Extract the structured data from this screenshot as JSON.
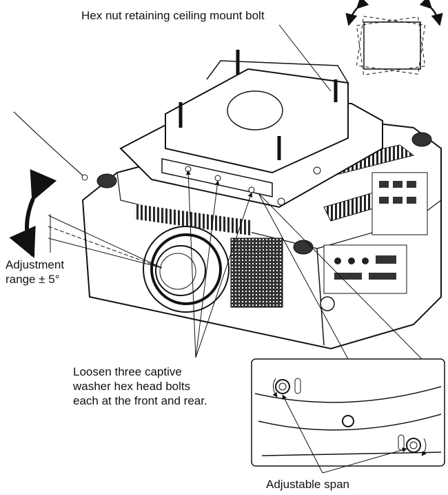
{
  "labels": {
    "hex_nut": "Hex nut retaining ceiling mount bolt",
    "adjustment_range": "Adjustment\nrange ± 5°",
    "loosen_bolts": "Loosen three captive\nwasher hex head bolts\neach at the front and rear.",
    "adjustable_span": "Adjustable span"
  },
  "icons": {
    "tilt_arrow": "double-headed-curved-arrow",
    "rotation_arrows": "curved-rotation-arrows",
    "inset": "magnified-detail-inset"
  }
}
